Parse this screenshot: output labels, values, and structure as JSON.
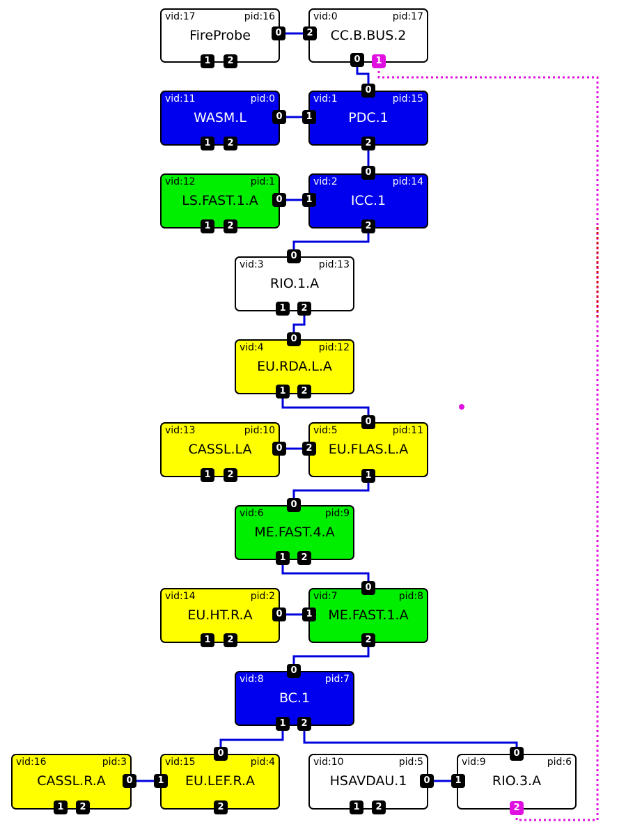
{
  "colors": {
    "white": "#ffffff",
    "blue": "#0000ee",
    "green": "#00ee00",
    "yellow": "#ffff00",
    "wire": "#0000dd",
    "highlight": "#e010e0",
    "red_dash": "#d01010"
  },
  "nodes": [
    {
      "id": "FireProbe",
      "vid": "vid:17",
      "pid": "pid:16",
      "color": "white"
    },
    {
      "id": "CC.B.BUS.2",
      "vid": "vid:0",
      "pid": "pid:17",
      "color": "white"
    },
    {
      "id": "WASM.L",
      "vid": "vid:11",
      "pid": "pid:0",
      "color": "blue"
    },
    {
      "id": "PDC.1",
      "vid": "vid:1",
      "pid": "pid:15",
      "color": "blue"
    },
    {
      "id": "LS.FAST.1.A",
      "vid": "vid:12",
      "pid": "pid:1",
      "color": "green"
    },
    {
      "id": "ICC.1",
      "vid": "vid:2",
      "pid": "pid:14",
      "color": "blue"
    },
    {
      "id": "RIO.1.A",
      "vid": "vid:3",
      "pid": "pid:13",
      "color": "white"
    },
    {
      "id": "EU.RDA.L.A",
      "vid": "vid:4",
      "pid": "pid:12",
      "color": "yellow"
    },
    {
      "id": "CASSL.LA",
      "vid": "vid:13",
      "pid": "pid:10",
      "color": "yellow"
    },
    {
      "id": "EU.FLAS.L.A",
      "vid": "vid:5",
      "pid": "pid:11",
      "color": "yellow"
    },
    {
      "id": "ME.FAST.4.A",
      "vid": "vid:6",
      "pid": "pid:9",
      "color": "green"
    },
    {
      "id": "EU.HT.R.A",
      "vid": "vid:14",
      "pid": "pid:2",
      "color": "yellow"
    },
    {
      "id": "ME.FAST.1.A",
      "vid": "vid:7",
      "pid": "pid:8",
      "color": "green"
    },
    {
      "id": "BC.1",
      "vid": "vid:8",
      "pid": "pid:7",
      "color": "blue"
    },
    {
      "id": "CASSL.R.A",
      "vid": "vid:16",
      "pid": "pid:3",
      "color": "yellow"
    },
    {
      "id": "EU.LEF.R.A",
      "vid": "vid:15",
      "pid": "pid:4",
      "color": "yellow"
    },
    {
      "id": "HSAVDAU.1",
      "vid": "vid:10",
      "pid": "pid:5",
      "color": "white"
    },
    {
      "id": "RIO.3.A",
      "vid": "vid:9",
      "pid": "pid:6",
      "color": "white"
    }
  ]
}
